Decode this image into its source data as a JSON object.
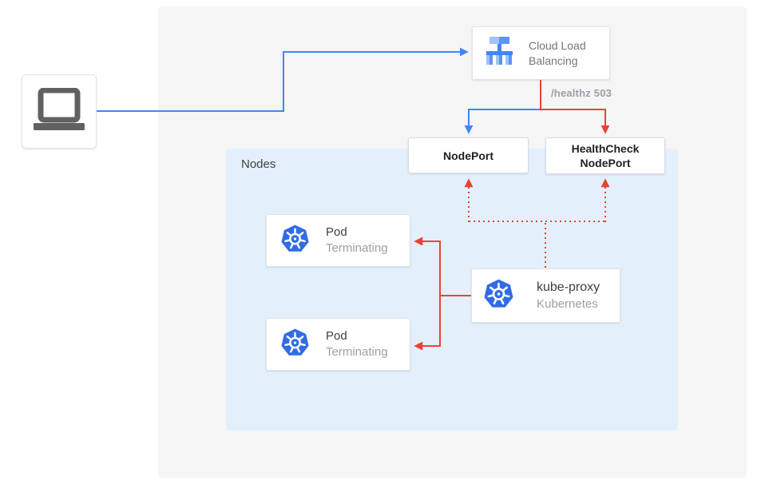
{
  "colors": {
    "blue": "#4285F4",
    "red": "#EA4335",
    "panel_bg": "#F5F5F6",
    "nodes_bg": "#E3F0FC",
    "kubernetes_blue": "#326CE5",
    "icon_gray": "#616161"
  },
  "icons": {
    "client": "laptop-icon",
    "load_balancer": "cloud-load-balancing-icon",
    "workload": "kubernetes-icon"
  },
  "panels": {
    "nodes_label": "Nodes"
  },
  "boxes": {
    "cloud_load_balancing": {
      "label": "Cloud Load Balancing"
    },
    "nodeport": {
      "label": "NodePort"
    },
    "healthcheck_nodeport": {
      "label": "HealthCheck NodePort"
    },
    "kube_proxy": {
      "title": "kube-proxy",
      "subtitle": "Kubernetes"
    },
    "pods": [
      {
        "title": "Pod",
        "subtitle": "Terminating"
      },
      {
        "title": "Pod",
        "subtitle": "Terminating"
      }
    ]
  },
  "labels": {
    "healthz": "/healthz 503"
  }
}
